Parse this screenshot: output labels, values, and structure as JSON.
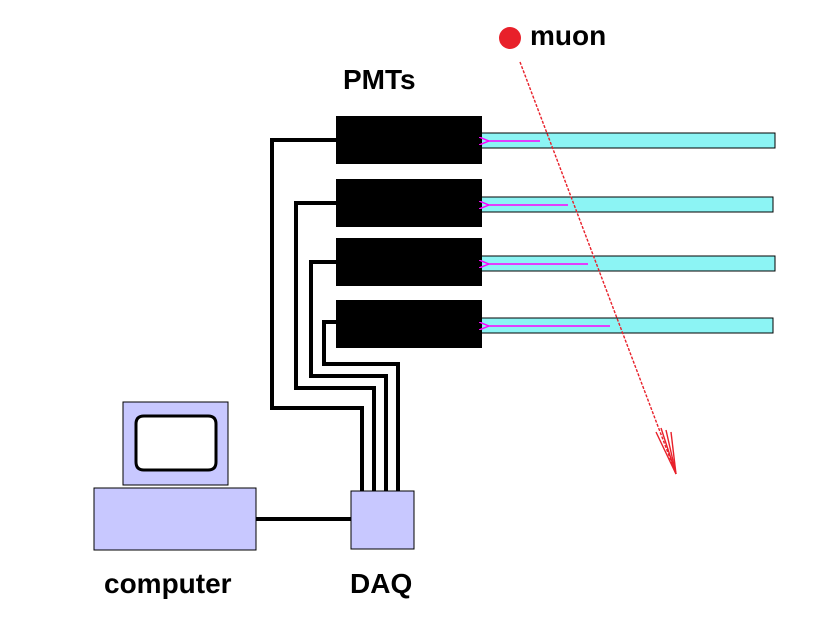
{
  "labels": {
    "muon": "muon",
    "pmts": "PMTs",
    "computer": "computer",
    "daq": "DAQ"
  },
  "colors": {
    "muon": "#e8202a",
    "scintillator": "#8cf4f4",
    "pmt": "#000000",
    "light_arrow": "#ff00ff",
    "device": "#c8c8ff",
    "cable": "#000000"
  },
  "icons": {
    "muon_track": "arrow",
    "light_arrow": "arrow",
    "computer": "desktop-computer-icon"
  }
}
